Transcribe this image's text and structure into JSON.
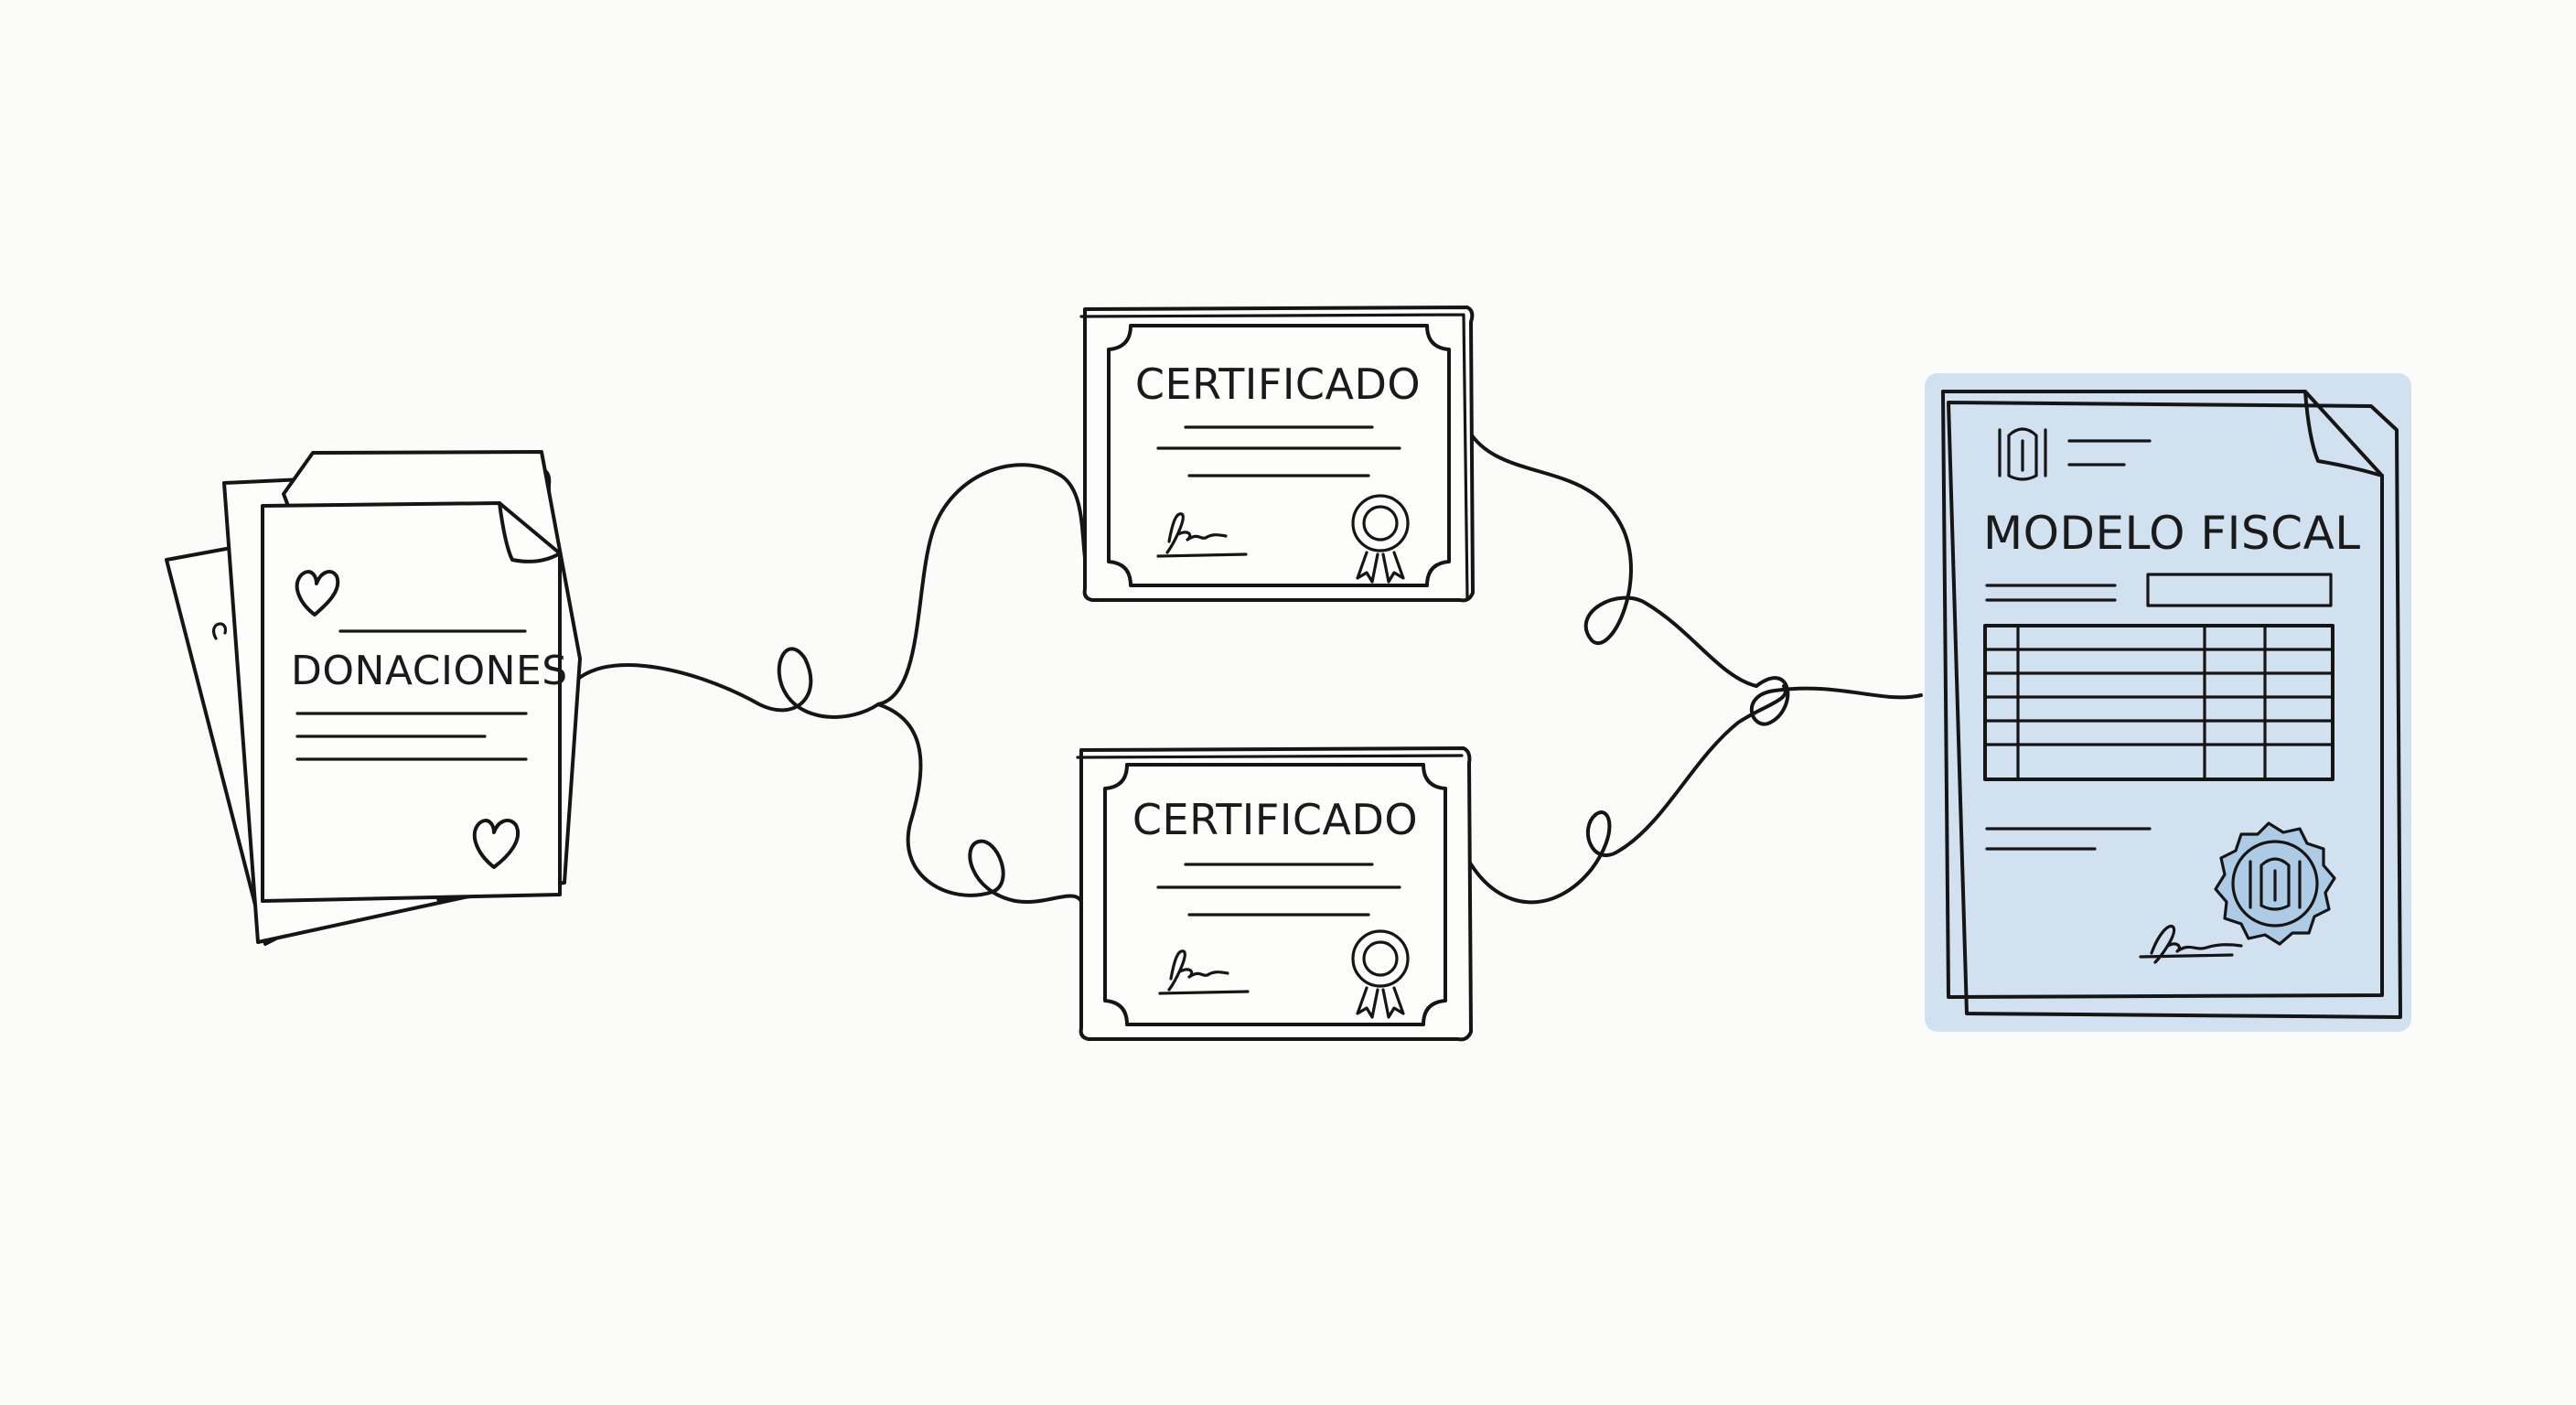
{
  "diagram": {
    "source": {
      "title": "DONACIONES",
      "icon": "heart-icon"
    },
    "certificates": [
      {
        "title": "CERTIFICADO",
        "icon": "award-rosette-icon"
      },
      {
        "title": "CERTIFICADO",
        "icon": "award-rosette-icon"
      }
    ],
    "target": {
      "title": "MODELO FISCAL",
      "icon": "official-seal-icon",
      "highlight_color": "#c9dcef"
    },
    "connector_color": "#151515"
  }
}
